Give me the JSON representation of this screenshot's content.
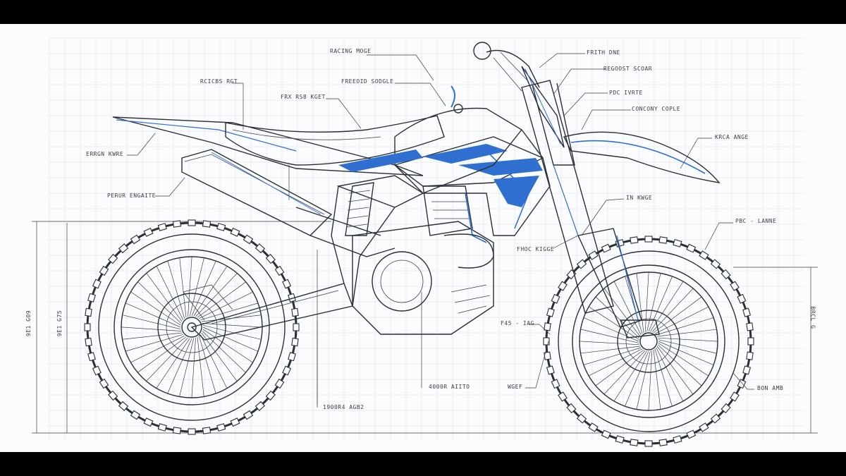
{
  "callouts": {
    "c1": "RACING MOGE",
    "c2": "FRITH DNE",
    "c3": "REGOOST SCOAR",
    "c4": "RCICBS RGT",
    "c5": "FREEOID SODGLE",
    "c6": "FRX RS8 KGET",
    "c7": "PDC IVRTE",
    "c8": "CONCONY COPLE",
    "c9": "ERRGN KWRE",
    "c10": "KRCA ANGE",
    "c11": "PERUR ENGAITE",
    "c12": "IN KWGE",
    "c13": "PBC - LANNE",
    "c14": "FHOC KIGGE",
    "c15": "F45 - IAG",
    "c16": "4000R AIITO",
    "c17": "WGEF",
    "c18": "1900R4 AGB2",
    "c19": "BON AMB"
  },
  "dimensions": {
    "left_outer": "9E1 G09",
    "left_inner": "9E1 G75",
    "right": "BRCL G"
  },
  "colors": {
    "accent": "#2f6fd0",
    "ink": "#2a2f36",
    "grid": "#dfe6ee"
  }
}
